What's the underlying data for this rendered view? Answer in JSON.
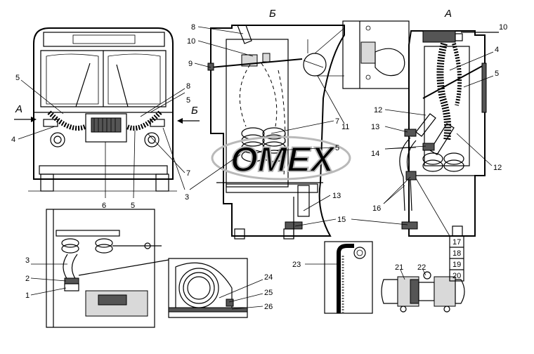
{
  "views": {
    "view_a_letter": "А",
    "view_b_letter": "Б",
    "arrow_a_label": "А",
    "arrow_b_label": "Б"
  },
  "watermark": "OMEX",
  "callouts": {
    "c1": "1",
    "c2": "2",
    "c3": "3",
    "c4": "4",
    "c5": "5",
    "c6": "6",
    "c7": "7",
    "c8": "8",
    "c9": "9",
    "c10": "10",
    "c11": "11",
    "c12": "12",
    "c13": "13",
    "c14": "14",
    "c15": "15",
    "c16": "16",
    "c17": "17",
    "c18": "18",
    "c19": "19",
    "c20": "20",
    "c21": "21",
    "c22": "22",
    "c23": "23",
    "c24": "24",
    "c25": "25",
    "c26": "26"
  }
}
